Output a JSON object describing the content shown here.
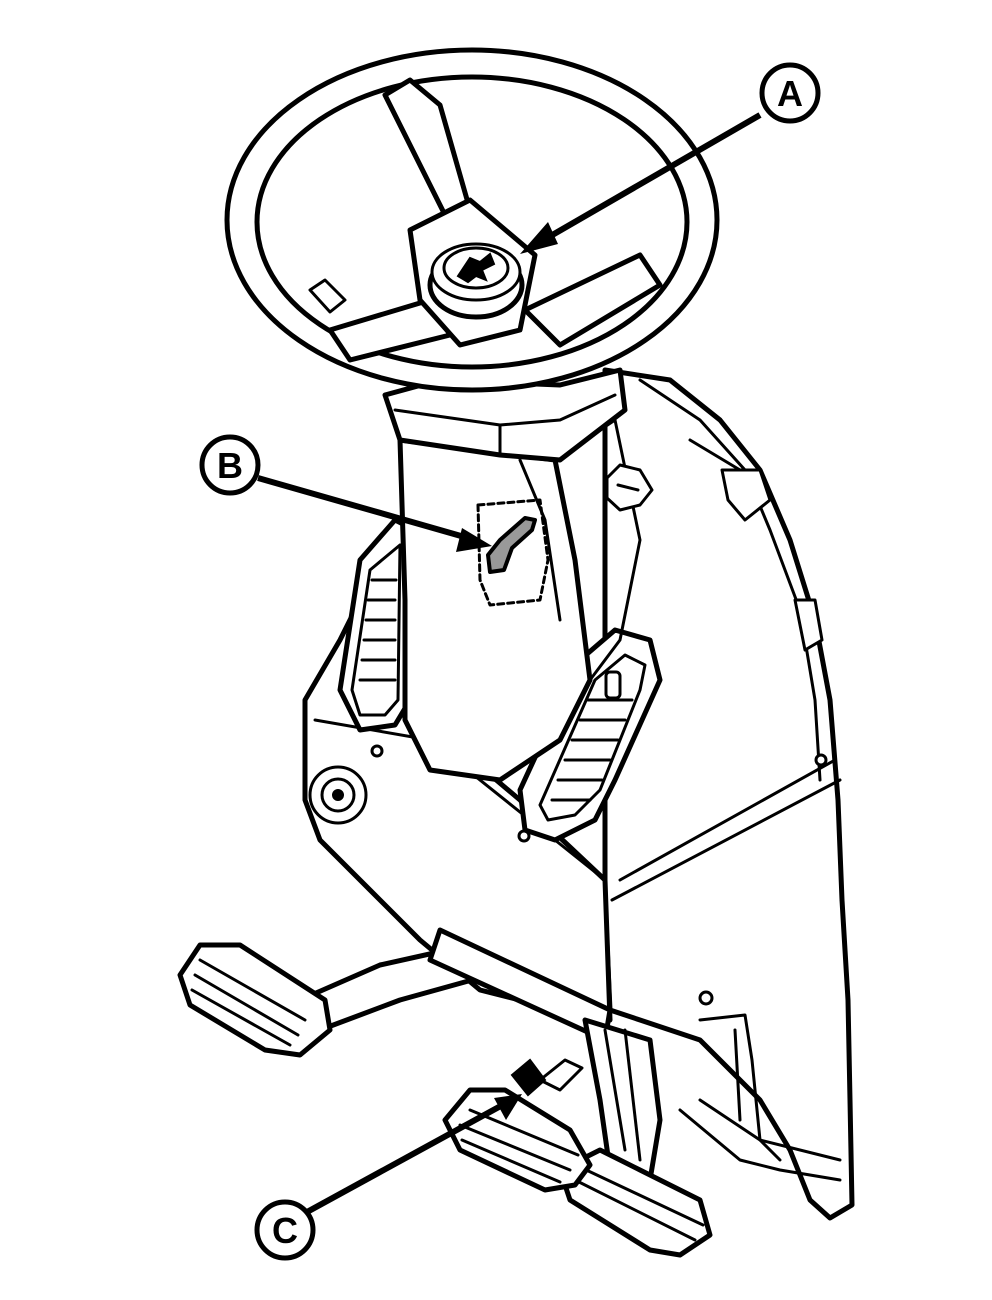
{
  "figure": {
    "callouts": [
      {
        "id": "A",
        "label": "A",
        "target": "steering-wheel-center-knob"
      },
      {
        "id": "B",
        "label": "B",
        "target": "steering-column-tilt-lever"
      },
      {
        "id": "C",
        "label": "C",
        "target": "pedal-lock-lever"
      }
    ],
    "colors": {
      "line": "#000000",
      "background": "#ffffff",
      "highlight": "#999999"
    }
  }
}
